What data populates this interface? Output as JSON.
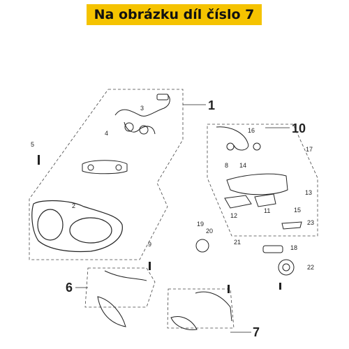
{
  "banner": {
    "text": "Na obrázku díl číslo 7",
    "color": "#f5c300"
  },
  "callouts_large": [
    "1",
    "10",
    "6",
    "7"
  ],
  "callouts_small": [
    "2",
    "3",
    "4",
    "5",
    "8",
    "9",
    "11",
    "12",
    "13",
    "14",
    "15",
    "16",
    "17",
    "18",
    "19",
    "20",
    "21",
    "22",
    "23"
  ]
}
